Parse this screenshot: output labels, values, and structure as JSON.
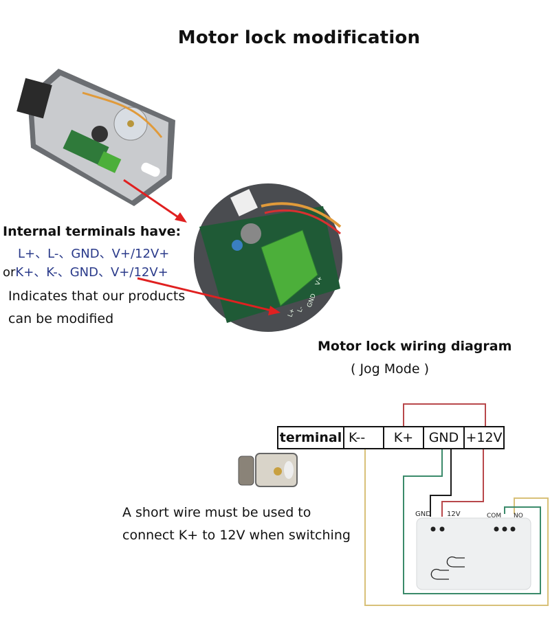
{
  "title": "Motor lock modification",
  "internal_terminals": {
    "heading": "Internal terminals have:",
    "option_1": "L+、L-、GND、V+/12V+",
    "or_label": "or",
    "option_2": "K+、K-、GND、V+/12V+",
    "description_line1": "Indicates that our products",
    "description_line2": "can be modified"
  },
  "board_labels": [
    "L+",
    "L-",
    "GND",
    "V+"
  ],
  "wiring": {
    "title": "Motor lock wiring diagram",
    "mode": "( Jog Mode )",
    "terminal_header": "terminal",
    "terminals": [
      "K--",
      "K+",
      "GND",
      "+12V"
    ],
    "module_labels": {
      "gnd": "GND",
      "v12": "12V",
      "com": "COM",
      "no": "NO"
    },
    "wire_colors": {
      "red": "#b8474a",
      "black": "#1a1a1a",
      "green": "#3a8a6a",
      "yellow": "#d8c078"
    }
  },
  "note": {
    "line1": "A short wire must be used to",
    "line2": "connect K+ to 12V when switching"
  },
  "colors": {
    "arrow": "#e02020",
    "terminal_block": "#4caf3a",
    "pcb": "#1f5a36"
  }
}
